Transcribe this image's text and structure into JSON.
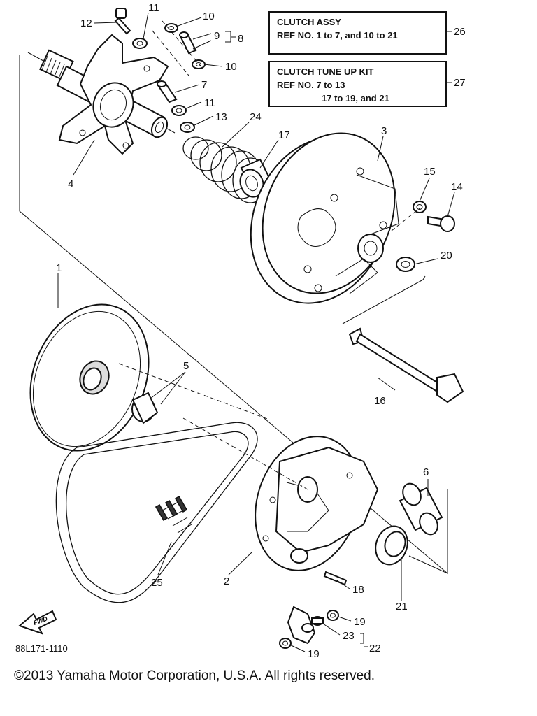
{
  "boxes": {
    "clutch_assy": {
      "title": "CLUTCH ASSY",
      "line": "REF NO. 1 to 7, and 10 to 21",
      "ref": "26"
    },
    "tune_up_kit": {
      "title": "CLUTCH TUNE UP KIT",
      "line1": "REF NO. 7 to 13",
      "line2": "17 to 19, and 21",
      "ref": "27"
    }
  },
  "callouts": {
    "c1": "1",
    "c2": "2",
    "c3": "3",
    "c4": "4",
    "c5": "5",
    "c6": "6",
    "c7": "7",
    "c8": "8",
    "c9": "9",
    "c10a": "10",
    "c10b": "10",
    "c11a": "11",
    "c11b": "11",
    "c12": "12",
    "c13": "13",
    "c14": "14",
    "c15": "15",
    "c16": "16",
    "c17": "17",
    "c18": "18",
    "c19a": "19",
    "c19b": "19",
    "c20": "20",
    "c21": "21",
    "c22": "22",
    "c23": "23",
    "c24": "24",
    "c25": "25"
  },
  "fwd_label": "FWD",
  "diagram_code": "88L171-1110",
  "copyright": "©2013 Yamaha Motor Corporation, U.S.A. All rights reserved."
}
